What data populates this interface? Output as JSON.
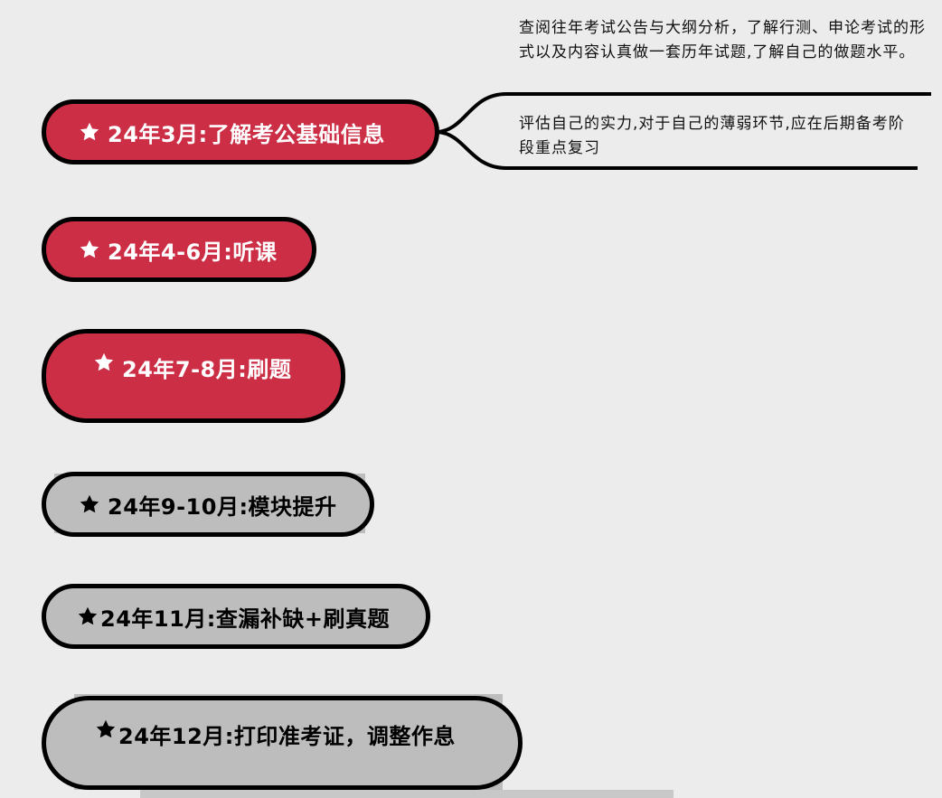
{
  "nodes": [
    {
      "label": "24年3月:了解考公基础信息",
      "style": "red"
    },
    {
      "label": "24年4-6月:听课",
      "style": "red"
    },
    {
      "label": "24年7-8月:刷题",
      "style": "red"
    },
    {
      "label": "24年9-10月:模块提升",
      "style": "gray"
    },
    {
      "label": "24年11月:查漏补缺+刷真题",
      "style": "gray"
    },
    {
      "label": "24年12月:打印准考证，调整作息",
      "style": "gray"
    }
  ],
  "branches": [
    {
      "text": "查阅往年考试公告与大纲分析，了解行测、申论考试的形式以及内容认真做一套历年试题,了解自己的做题水平。"
    },
    {
      "text": "评估自己的实力,对于自己的薄弱环节,应在后期备考阶段重点复习"
    }
  ],
  "colors": {
    "red_fill": "#cc2e46",
    "gray_fill": "#bdbdbd",
    "outline": "#000000",
    "background": "#ececec"
  },
  "icons": {
    "node_marker": "star-icon"
  }
}
